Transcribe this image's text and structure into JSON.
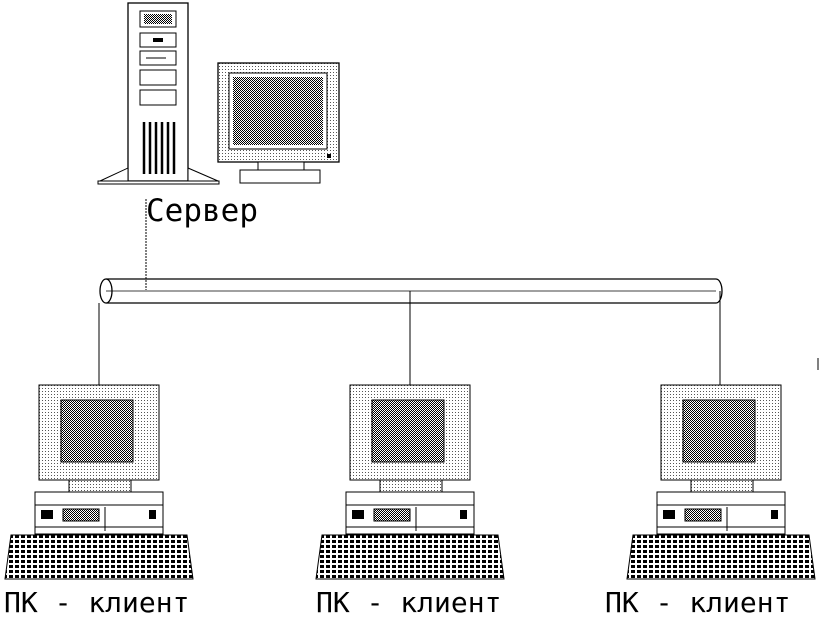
{
  "diagram": {
    "server_label": "Сервер",
    "clients": [
      {
        "label": "ПК - клиент"
      },
      {
        "label": "ПК - клиент"
      },
      {
        "label": "ПК - клиент"
      }
    ]
  },
  "colors": {
    "line": "#000000",
    "background": "#ffffff",
    "screen_dither": "#8a8a8a"
  },
  "icons": [
    "server-tower-icon",
    "monitor-icon",
    "network-cable-icon",
    "client-pc-icon",
    "keyboard-icon"
  ]
}
